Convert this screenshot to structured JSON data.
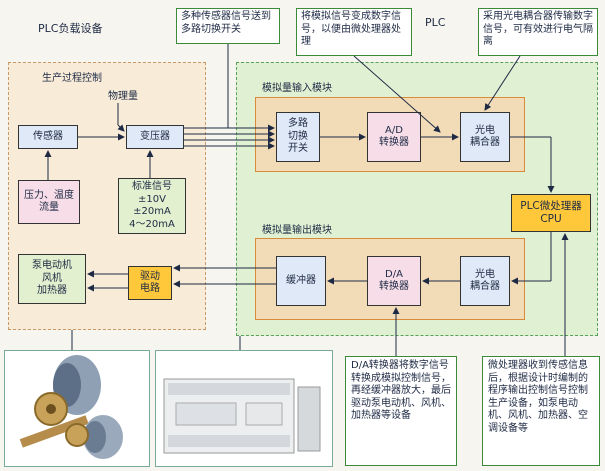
{
  "labels": {
    "plc_load": "PLC负载设备",
    "plc": "PLC",
    "production_control": "生产过程控制",
    "physical_quantity": "物理量",
    "analog_input_module": "模拟量输入模块",
    "analog_output_module": "模拟量输出模块"
  },
  "callouts": {
    "multi_sensor": "多种传感器信号送到多路切换开关",
    "analog_to_digital": "将模拟信号变成数字信号，以便由微处理器处理",
    "optocoupler": "采用光电耦合器传输数字信号，可有效进行电气隔离",
    "da_converter": "D/A转换器将数字信号转换成模拟控制信号，再经缓冲器放大，最后驱动泵电动机、风机、加热器等设备",
    "cpu_process": "微处理器收到传感信息后，根据设计时编制的程序输出控制信号控制生产设备，如泵电动机、风机、加热器、空调设备等"
  },
  "boxes": {
    "sensor": "传感器",
    "transformer": "变压器",
    "pressure": "压力、温度流量",
    "standard_signal": "标准信号\n±10V\n±20mA\n4～20mA",
    "mux": "多路\n切换\n开关",
    "ad": "A/D\n转换器",
    "opto_in": "光电\n耦合器",
    "cpu": "PLC微处理器\nCPU",
    "buffer": "缓冲器",
    "da": "D/A\n转换器",
    "opto_out": "光电\n耦合器",
    "drive": "驱动\n电路",
    "loads": "泵电动机\n风机\n加热器"
  },
  "colors": {
    "plc_region": "#dff0d3",
    "module": "#f2dcb8",
    "cpu": "#ffc83a",
    "arrow": "#1e2a44"
  }
}
